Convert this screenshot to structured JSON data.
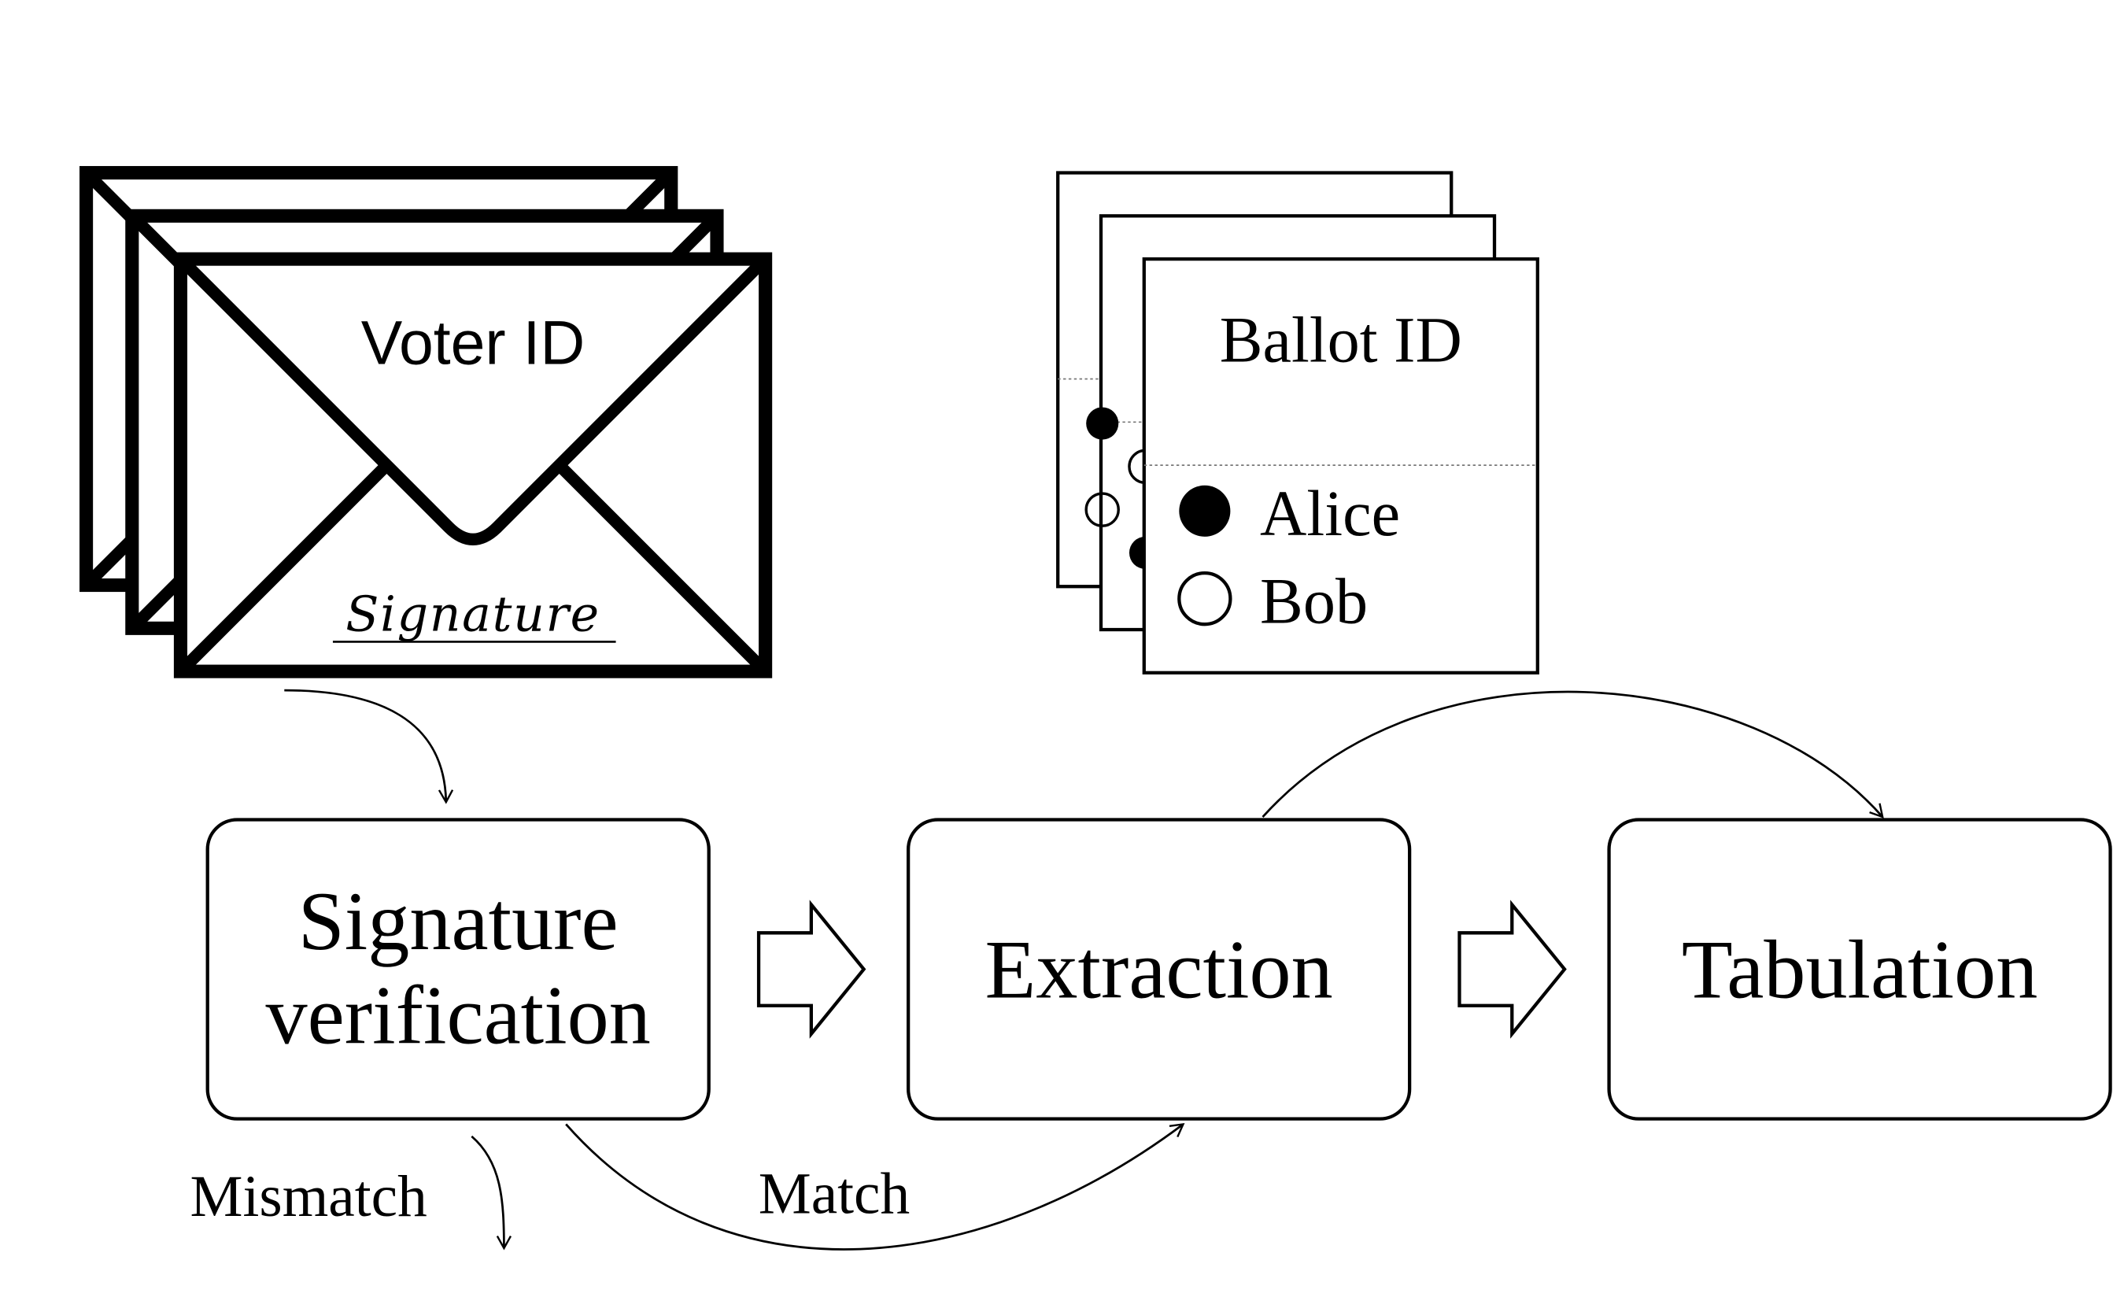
{
  "envelope": {
    "voter_id_label": "Voter ID",
    "signature_label": "Signature"
  },
  "ballot": {
    "ballot_id_label": "Ballot ID",
    "options": [
      {
        "label": "Alice",
        "selected": true
      },
      {
        "label": "Bob",
        "selected": false
      }
    ]
  },
  "steps": {
    "signature_verification": {
      "line1": "Signature",
      "line2": "verification"
    },
    "extraction": {
      "label": "Extraction"
    },
    "tabulation": {
      "label": "Tabulation"
    }
  },
  "edges": {
    "match_label": "Match",
    "mismatch_label": "Mismatch"
  }
}
